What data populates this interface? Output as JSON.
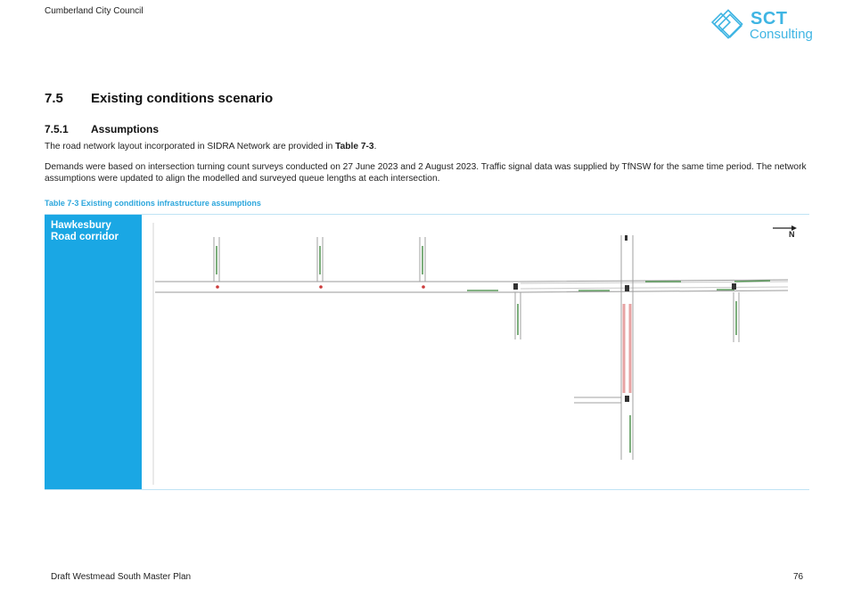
{
  "header": {
    "client": "Cumberland City Council",
    "logo_name": "SCT",
    "logo_sub": "Consulting",
    "brand_color": "#3fb5e3"
  },
  "section": {
    "number": "7.5",
    "title": "Existing conditions scenario"
  },
  "subsection": {
    "number": "7.5.1",
    "title": "Assumptions"
  },
  "body": {
    "p1_before": "The road network layout incorporated in SIDRA Network are provided in ",
    "p1_bold": "Table 7-3",
    "p1_after": ".",
    "p2": "Demands were based on intersection turning count surveys conducted on 27 June 2023 and 2 August 2023. Traffic signal data was supplied by TfNSW for the same time period. The network assumptions were updated to align the modelled and surveyed queue lengths at each intersection."
  },
  "table": {
    "caption": "Table 7-3 Existing conditions infrastructure assumptions",
    "row_label": "Hawkesbury Road corridor",
    "label_bg": "#1aa7e4",
    "north_label": "N"
  },
  "footer": {
    "document": "Draft Westmead South Master Plan",
    "page": "76"
  }
}
